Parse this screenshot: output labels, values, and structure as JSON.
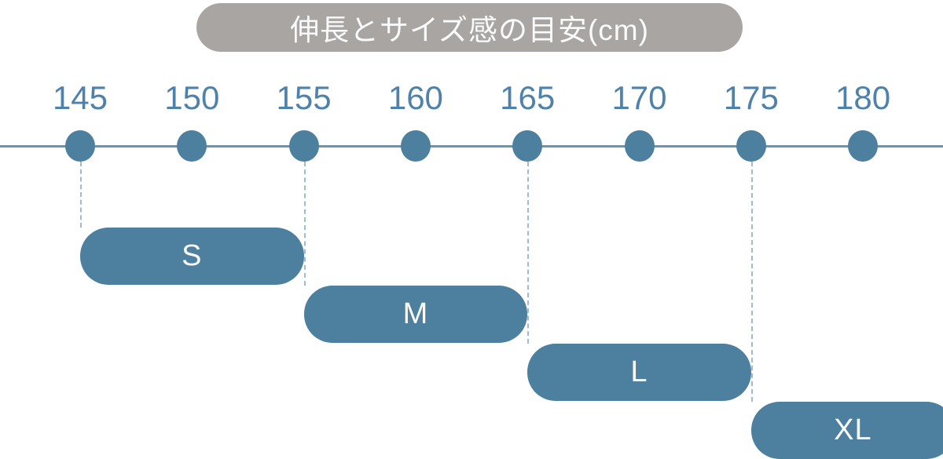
{
  "chart_data": {
    "type": "bar",
    "variant": "horizontal-range-timeline",
    "title": "伸長とサイズ感の目安(cm)",
    "x_axis": {
      "unit": "cm",
      "ticks": [
        145,
        150,
        155,
        160,
        165,
        170,
        175,
        180
      ],
      "xlim": [
        141.5,
        183.5
      ],
      "grid": false
    },
    "series": [
      {
        "name": "S",
        "start": 145,
        "end": 155
      },
      {
        "name": "M",
        "start": 155,
        "end": 165
      },
      {
        "name": "L",
        "start": 165,
        "end": 175
      },
      {
        "name": "XL",
        "start": 175,
        "end": null,
        "note": "bar runs past the right edge of the chart (beyond 180)"
      }
    ],
    "legend": "none",
    "annotations": "dashed vertical drop lines connect axis dots at 145, 155, 165, 175 to the start of each size bar"
  },
  "colors": {
    "accent": "#4c809e",
    "axis": "#6796b3",
    "dash": "#9fbccd",
    "tick": "#4f82ab",
    "pill": "#a9a5a3",
    "text": "#fafafa"
  }
}
